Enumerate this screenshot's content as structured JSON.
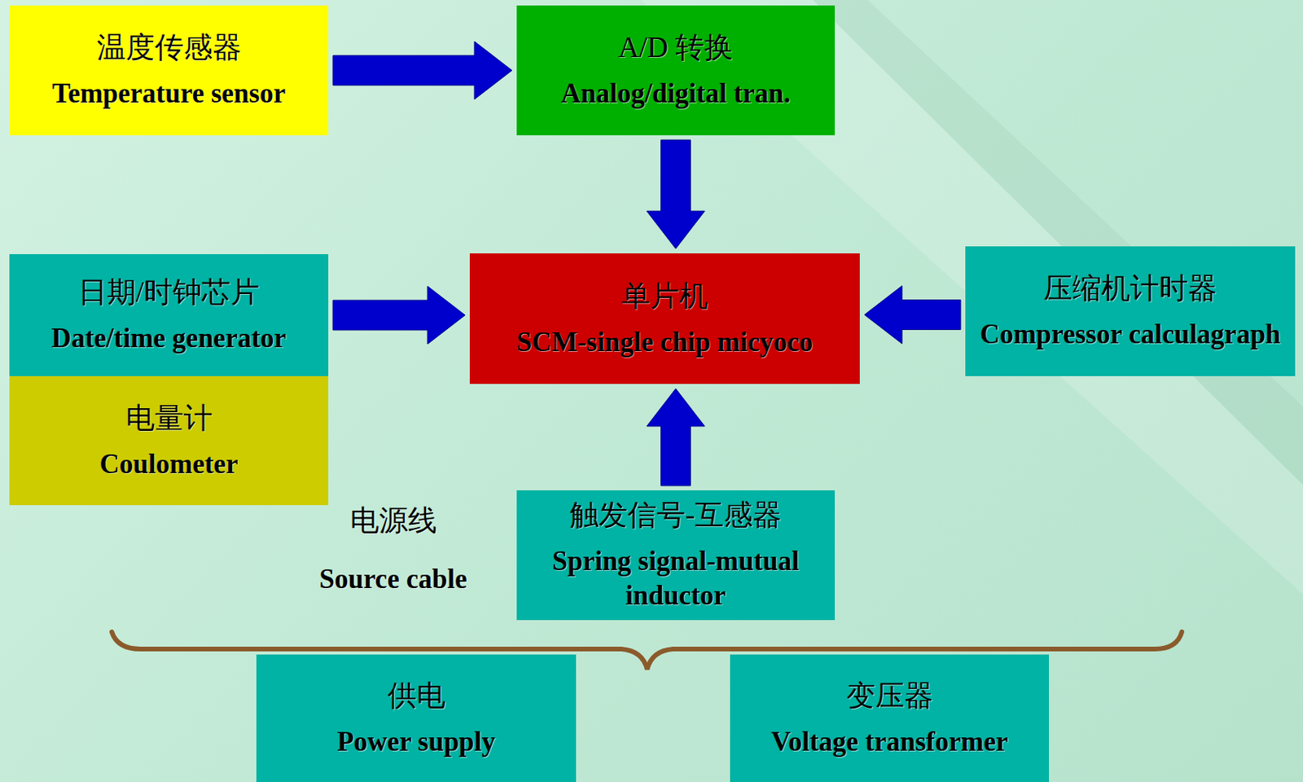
{
  "diagram": {
    "nodes": [
      {
        "text": [
          "温度传感器",
          "Temperature sensor"
        ]
      },
      {
        "text": [
          "A/D 转换",
          "Analog/digital tran."
        ]
      },
      {
        "text": [
          "日期/时钟芯片",
          "Date/time generator"
        ]
      },
      {
        "text": [
          "单片机",
          "SCM-single chip micyoco"
        ]
      },
      {
        "text": [
          "压缩机计时器",
          "Compressor calculagraph"
        ]
      },
      {
        "text": [
          "电量计",
          "Coulometer"
        ]
      },
      {
        "text": [
          "触发信号-互感器",
          "Spring signal-mutual inductor"
        ]
      },
      {
        "text": [
          "供电",
          "Power supply"
        ]
      },
      {
        "text": [
          "变压器",
          "Voltage transformer"
        ]
      }
    ],
    "edges": [
      {
        "from": 0,
        "to": 1,
        "arrow": "to"
      },
      {
        "from": 1,
        "to": 3,
        "arrow": "to"
      },
      {
        "from": 2,
        "to": 3,
        "arrow": "to"
      },
      {
        "from": 4,
        "to": 3,
        "arrow": "to"
      },
      {
        "from": 6,
        "to": 3,
        "arrow": "to"
      }
    ],
    "labels": [
      "电源线",
      "Source cable"
    ]
  }
}
